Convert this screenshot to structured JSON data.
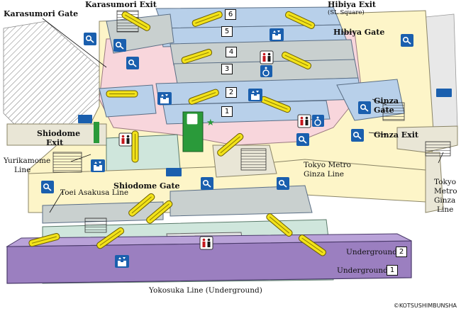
{
  "exits": {
    "karasumori_exit": "Karasumori Exit",
    "karasumori_gate": "Karasumori Gate",
    "hibiya_exit": "Hibiya Exit",
    "hibiya_exit_sub": "(SL Square)",
    "hibiya_gate": "Hibiya Gate",
    "ginza_gate_1": "Ginza",
    "ginza_gate_2": "Gate",
    "ginza_exit": "Ginza Exit",
    "shiodome_exit_1": "Shiodome",
    "shiodome_exit_2": "Exit",
    "shiodome_gate": "Shiodome Gate"
  },
  "lines": {
    "yurikamome_1": "Yurikamome",
    "yurikamome_2": "Line",
    "toei_asakusa": "Toei Asakusa Line",
    "tokyo_metro_ginza_1": "Tokyo Metro",
    "tokyo_metro_ginza_2": "Ginza Line",
    "tokyo_metro_ginza_v1": "Tokyo",
    "tokyo_metro_ginza_v2": "Metro",
    "tokyo_metro_ginza_v3": "Ginza",
    "tokyo_metro_ginza_v4": "Line",
    "yokosuka": "Yokosuka Line (Underground)"
  },
  "platforms": [
    "1",
    "2",
    "3",
    "4",
    "5",
    "6"
  ],
  "underground": {
    "label": "Underground",
    "platform_2": "2",
    "platform_1": "1"
  },
  "copyright": "©KOTSUSHIMBUNSHA",
  "colors": {
    "concourse_yellow": "#fdf5c8",
    "gate_pink": "#f8d6dc",
    "platform_blue": "#b8d0ea",
    "platform_grey": "#c9d0cf",
    "underground_green": "#cfe6dc",
    "yokosuka_purple": "#9b7fc0",
    "escalator_yellow": "#f2e21a",
    "icon_blue": "#1a5fae",
    "ticket_green": "#2a9a3a"
  },
  "icons": [
    "coin-locker-icon",
    "elevator-icon",
    "restroom-icon",
    "wheelchair-icon",
    "ticket-office-icon",
    "green-window-icon",
    "ticket-machine-icon"
  ]
}
